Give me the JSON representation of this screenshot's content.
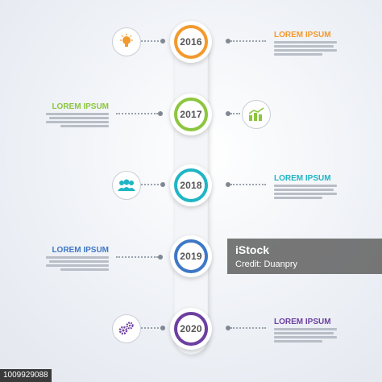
{
  "years": [
    {
      "year": "2016",
      "color": "#f29a2e",
      "side": "right",
      "title": "LOREM IPSUM",
      "icon": "lightbulb-icon",
      "icon_side": "left"
    },
    {
      "year": "2017",
      "color": "#8cc63f",
      "side": "left",
      "title": "LOREM IPSUM",
      "icon": "bar-chart-icon",
      "icon_side": "right"
    },
    {
      "year": "2018",
      "color": "#20b5c5",
      "side": "right",
      "title": "LOREM IPSUM",
      "icon": "people-group-icon",
      "icon_side": "left"
    },
    {
      "year": "2019",
      "color": "#3f78c6",
      "side": "left",
      "title": "LOREM IPSUM",
      "icon": "",
      "icon_side": "right"
    },
    {
      "year": "2020",
      "color": "#6c3fa0",
      "side": "right",
      "title": "LOREM IPSUM",
      "icon": "gears-icon",
      "icon_side": "left"
    }
  ],
  "watermark": {
    "brand": "iStock",
    "credit": "Credit: Duanpry"
  },
  "stock_id": "1009929088"
}
